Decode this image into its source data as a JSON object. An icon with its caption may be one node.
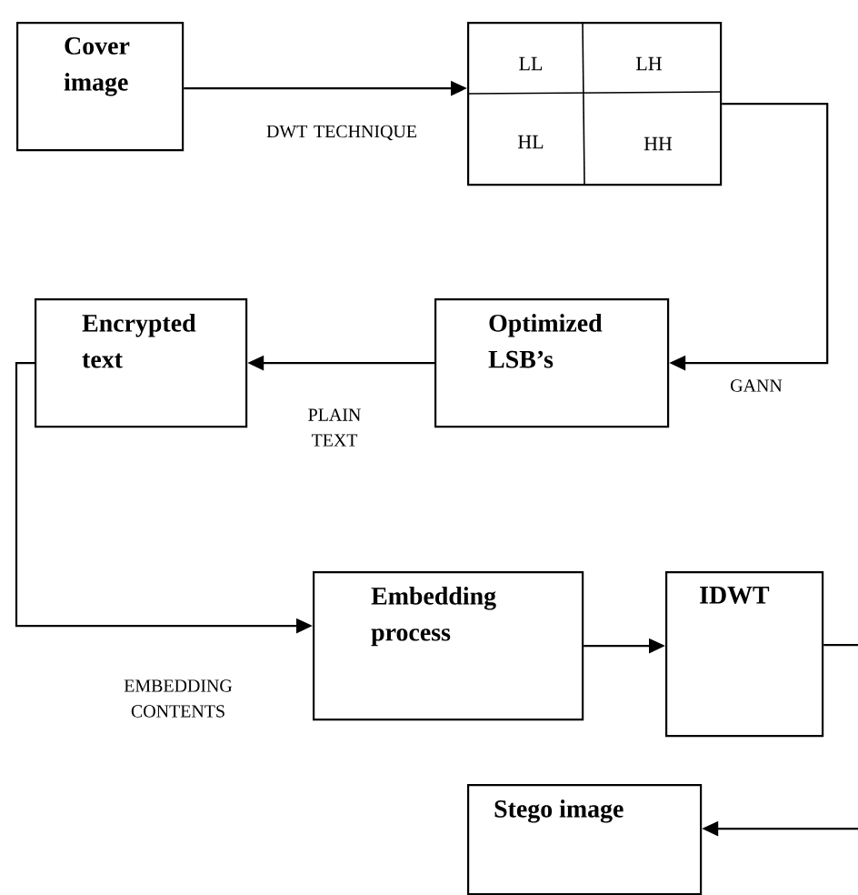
{
  "diagram": {
    "nodes": [
      {
        "text": [
          "Cover image"
        ]
      },
      {
        "text": [
          "LL",
          "LH",
          "HL",
          "HH"
        ]
      },
      {
        "text": [
          "Optimized LSB’s"
        ]
      },
      {
        "text": [
          "Encrypted text"
        ]
      },
      {
        "text": [
          "Embedding process"
        ]
      },
      {
        "text": [
          "IDWT"
        ]
      },
      {
        "text": [
          "Stego image"
        ]
      }
    ],
    "edges": [
      {
        "from": 0,
        "to": 1,
        "arrow": "to",
        "label": "DWT TECHNIQUE"
      },
      {
        "from": 1,
        "to": 2,
        "arrow": "to",
        "label": "GANN"
      },
      {
        "from": 2,
        "to": 3,
        "arrow": "to",
        "label": "PLAIN TEXT"
      },
      {
        "from": 3,
        "to": 4,
        "arrow": "to",
        "label": "EMBEDDING CONTENTS"
      },
      {
        "from": 4,
        "to": 5,
        "arrow": "to"
      },
      {
        "from": 5,
        "to": 6,
        "arrow": "to"
      }
    ]
  }
}
